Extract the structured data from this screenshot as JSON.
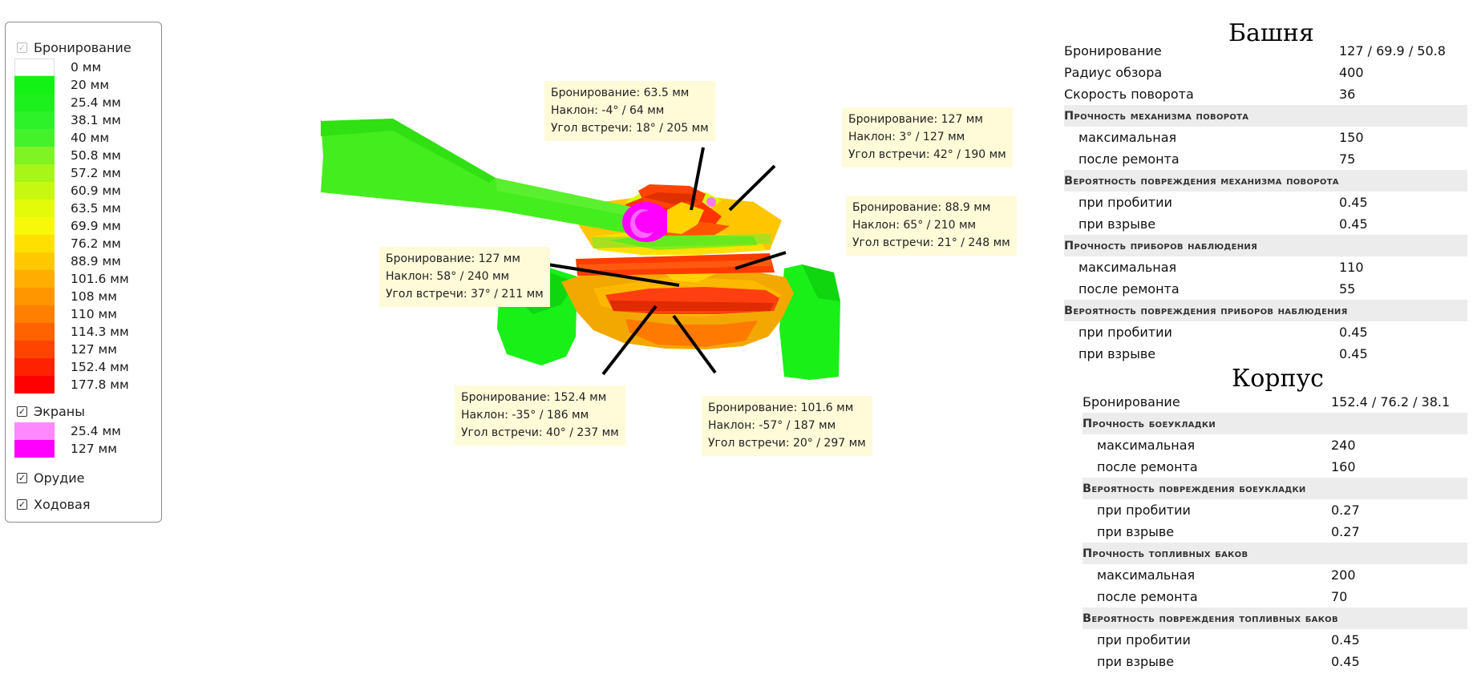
{
  "legend": {
    "armor": {
      "label": "Бронирование",
      "checked": true,
      "disabled": true
    },
    "armor_scale": [
      {
        "label": "0 мм",
        "color": "#ffffff"
      },
      {
        "label": "20 мм",
        "color": "#14f214"
      },
      {
        "label": "25.4 мм",
        "color": "#1ef01e"
      },
      {
        "label": "38.1 мм",
        "color": "#2df22a"
      },
      {
        "label": "40 мм",
        "color": "#44f22c"
      },
      {
        "label": "50.8 мм",
        "color": "#7ff324"
      },
      {
        "label": "57.2 мм",
        "color": "#a8f51a"
      },
      {
        "label": "60.9 мм",
        "color": "#c7f80f"
      },
      {
        "label": "63.5 мм",
        "color": "#e3fa09"
      },
      {
        "label": "69.9 мм",
        "color": "#f7f80a"
      },
      {
        "label": "76.2 мм",
        "color": "#ffe000"
      },
      {
        "label": "88.9 мм",
        "color": "#ffc800"
      },
      {
        "label": "101.6 мм",
        "color": "#ffad00"
      },
      {
        "label": "108 мм",
        "color": "#ff9600"
      },
      {
        "label": "110 мм",
        "color": "#ff8000"
      },
      {
        "label": "114.3 мм",
        "color": "#ff6300"
      },
      {
        "label": "127 мм",
        "color": "#ff4400"
      },
      {
        "label": "152.4 мм",
        "color": "#ff2200"
      },
      {
        "label": "177.8 мм",
        "color": "#ff0000"
      }
    ],
    "screens": {
      "label": "Экраны",
      "checked": true
    },
    "screen_scale": [
      {
        "label": "25.4 мм",
        "color": "#ff88ff"
      },
      {
        "label": "127 мм",
        "color": "#ff00ff"
      }
    ],
    "gun": {
      "label": "Орудие",
      "checked": true
    },
    "chassis": {
      "label": "Ходовая",
      "checked": true
    }
  },
  "tooltips": [
    {
      "lines": [
        "Бронирование: 63.5 мм",
        "Наклон: -4° / 64 мм",
        "Угол встречи: 18° / 205 мм"
      ]
    },
    {
      "lines": [
        "Бронирование: 127 мм",
        "Наклон: 3° / 127 мм",
        "Угол встречи: 42° / 190 мм"
      ]
    },
    {
      "lines": [
        "Бронирование: 88.9 мм",
        "Наклон: 65° / 210 мм",
        "Угол встречи: 21° / 248 мм"
      ]
    },
    {
      "lines": [
        "Бронирование: 127 мм",
        "Наклон: 58° / 240 мм",
        "Угол встречи: 37° / 211 мм"
      ]
    },
    {
      "lines": [
        "Бронирование: 152.4 мм",
        "Наклон: -35° / 186 мм",
        "Угол встречи: 40° / 237 мм"
      ]
    },
    {
      "lines": [
        "Бронирование: 101.6 мм",
        "Наклон: -57° / 187 мм",
        "Угол встречи: 20° / 297 мм"
      ]
    }
  ],
  "turret": {
    "title": "Башня",
    "rows": [
      {
        "label": "Бронирование",
        "value": "127 / 69.9 / 50.8"
      },
      {
        "label": "Радиус обзора",
        "value": "400"
      },
      {
        "label": "Скорость поворота",
        "value": "36"
      },
      {
        "header": true,
        "label": "Прочность механизма поворота"
      },
      {
        "sub": true,
        "label": "максимальная",
        "value": "150"
      },
      {
        "sub": true,
        "label": "после ремонта",
        "value": "75"
      },
      {
        "header": true,
        "label": "Вероятность повреждения механизма поворота"
      },
      {
        "sub": true,
        "label": "при пробитии",
        "value": "0.45"
      },
      {
        "sub": true,
        "label": "при взрыве",
        "value": "0.45"
      },
      {
        "header": true,
        "label": "Прочность приборов наблюдения"
      },
      {
        "sub": true,
        "label": "максимальная",
        "value": "110"
      },
      {
        "sub": true,
        "label": "после ремонта",
        "value": "55"
      },
      {
        "header": true,
        "label": "Вероятность повреждения приборов наблюдения"
      },
      {
        "sub": true,
        "label": "при пробитии",
        "value": "0.45"
      },
      {
        "sub": true,
        "label": "при взрыве",
        "value": "0.45"
      }
    ]
  },
  "hull": {
    "title": "Корпус",
    "rows": [
      {
        "label": "Бронирование",
        "value": "152.4 / 76.2 / 38.1"
      },
      {
        "header": true,
        "label": "Прочность боеукладки"
      },
      {
        "sub": true,
        "label": "максимальная",
        "value": "240"
      },
      {
        "sub": true,
        "label": "после ремонта",
        "value": "160"
      },
      {
        "header": true,
        "label": "Вероятность повреждения боеукладки"
      },
      {
        "sub": true,
        "label": "при пробитии",
        "value": "0.27"
      },
      {
        "sub": true,
        "label": "при взрыве",
        "value": "0.27"
      },
      {
        "header": true,
        "label": "Прочность топливных баков"
      },
      {
        "sub": true,
        "label": "максимальная",
        "value": "200"
      },
      {
        "sub": true,
        "label": "после ремонта",
        "value": "70"
      },
      {
        "header": true,
        "label": "Вероятность повреждения топливных баков"
      },
      {
        "sub": true,
        "label": "при пробитии",
        "value": "0.45"
      },
      {
        "sub": true,
        "label": "при взрыве",
        "value": "0.45"
      }
    ]
  }
}
